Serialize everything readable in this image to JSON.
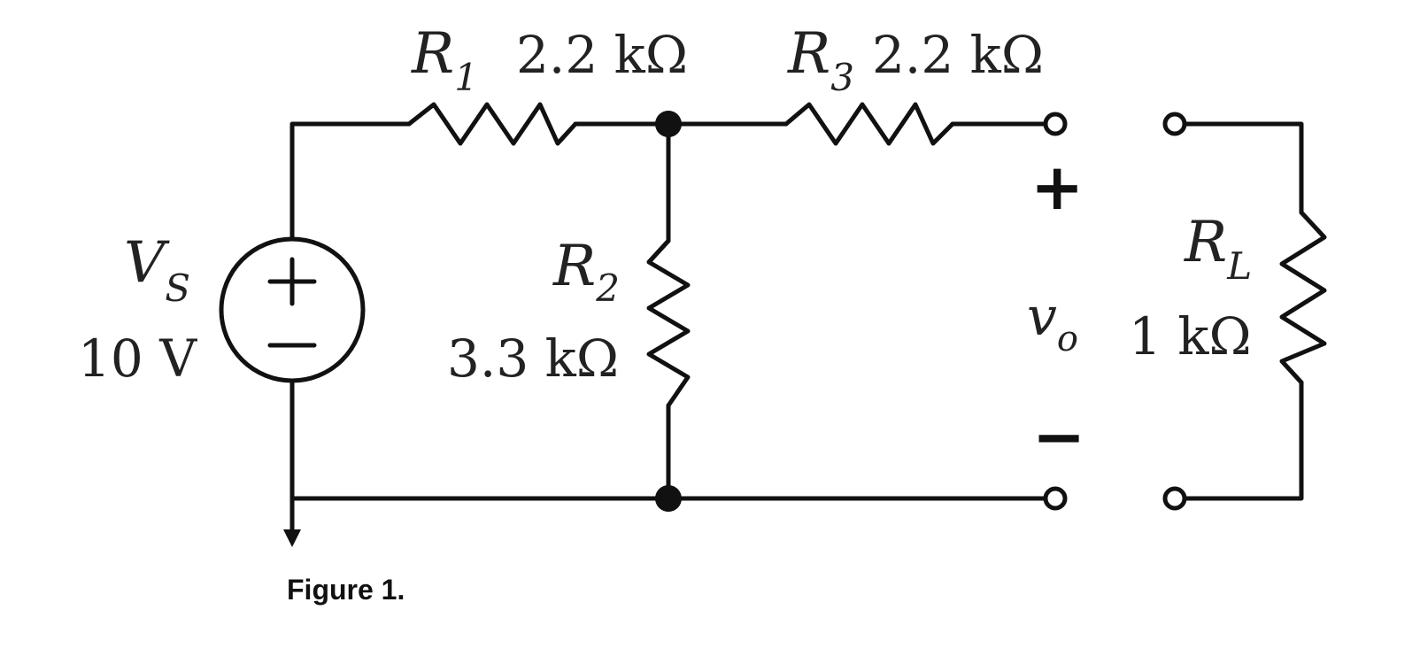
{
  "caption": "Figure 1.",
  "components": {
    "r1": {
      "name": "R",
      "sub": "1",
      "value": "2.2 kΩ"
    },
    "r2": {
      "name": "R",
      "sub": "2",
      "value": "3.3 kΩ"
    },
    "r3": {
      "name": "R",
      "sub": "3",
      "value": "2.2 kΩ"
    },
    "rl": {
      "name": "R",
      "sub": "L",
      "value": "1 kΩ"
    },
    "vs": {
      "name": "V",
      "sub": "S",
      "value": "10 V"
    }
  },
  "output": {
    "name": "v",
    "sub": "o",
    "plus": "+",
    "minus": "−"
  },
  "source_symbols": {
    "plus": "+",
    "minus": "−"
  },
  "colors": {
    "ink": "#111111",
    "background": "#ffffff"
  }
}
